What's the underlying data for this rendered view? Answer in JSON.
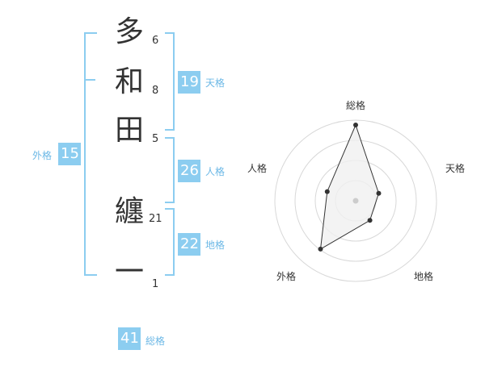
{
  "name": {
    "characters": [
      {
        "char": "多",
        "strokes": "6"
      },
      {
        "char": "和",
        "strokes": "8"
      },
      {
        "char": "田",
        "strokes": "5"
      },
      {
        "char": "纏",
        "strokes": "21"
      },
      {
        "char": "一",
        "strokes": "1"
      }
    ]
  },
  "kakusu": {
    "tenkaku": {
      "value": "19",
      "label": "天格"
    },
    "jinkaku": {
      "value": "26",
      "label": "人格"
    },
    "chikaku": {
      "value": "22",
      "label": "地格"
    },
    "gaikaku": {
      "value": "15",
      "label": "外格"
    },
    "soukaku": {
      "value": "41",
      "label": "総格"
    }
  },
  "radar": {
    "axes": [
      "総格",
      "天格",
      "地格",
      "外格",
      "人格"
    ],
    "values": [
      0.94,
      0.3,
      0.3,
      0.74,
      0.37
    ],
    "colors": {
      "line": "#333333",
      "fill": "#f0f0f0",
      "ring": "#d8d8d8",
      "center": "#cccccc"
    }
  },
  "colors": {
    "accent": "#8ccdf0",
    "text": "#333333"
  }
}
